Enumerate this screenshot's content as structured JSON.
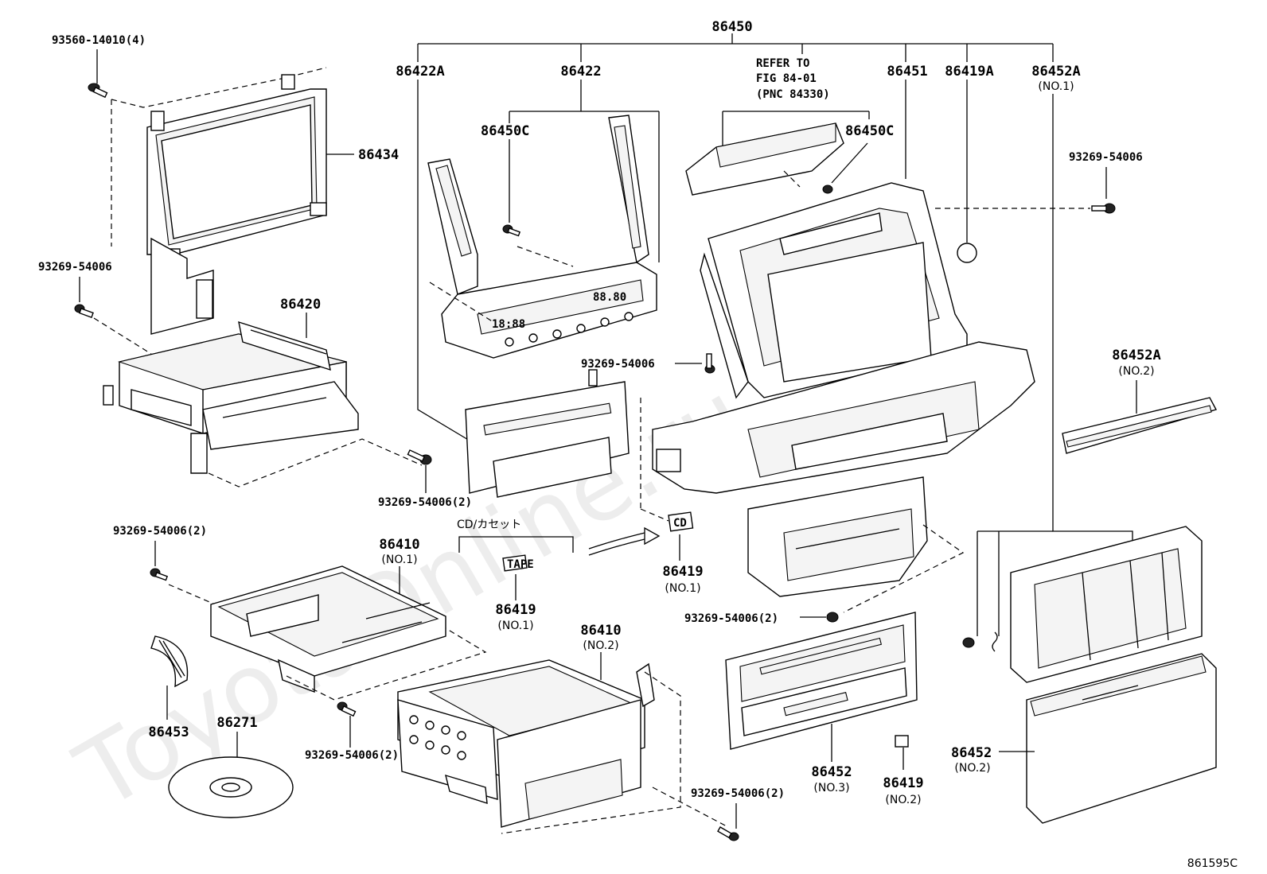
{
  "watermark": "ToyotaOnline.ru",
  "figure_id": "861595C",
  "labels": {
    "group_86450": "86450",
    "p86422A": "86422A",
    "p86422": "86422",
    "refer_line1": "REFER TO",
    "refer_line2": "FIG 84-01",
    "refer_line3": "(PNC 84330)",
    "p86451": "86451",
    "p86419A": "86419A",
    "p86452A_top": "86452A",
    "p86452A_top_sub": "(NO.1)",
    "p93560": "93560-14010(4)",
    "p86434": "86434",
    "p86450C_left": "86450C",
    "p86450C_right": "86450C",
    "p93269_right_top": "93269-54006",
    "p93269_left": "93269-54006",
    "p86420": "86420",
    "p93269_center": "93269-54006",
    "p86452A_right": "86452A",
    "p86452A_right_sub": "(NO.2)",
    "p93269_86420": "93269-54006(2)",
    "p93269_86410": "93269-54006(2)",
    "cd_cassette": "CD/カセット",
    "p86410_no1": "86410",
    "p86410_no1_sub": "(NO.1)",
    "p86419_mid": "86419",
    "p86419_mid_sub": "(NO.1)",
    "p86419_center": "86419",
    "p86419_center_sub": "(NO.1)",
    "p93269_console": "93269-54006(2)",
    "p86410_no2": "86410",
    "p86410_no2_sub": "(NO.2)",
    "p86453": "86453",
    "p86271": "86271",
    "p93269_bottom_left": "93269-54006(2)",
    "p93269_bottom_center": "93269-54006(2)",
    "p86452_no3": "86452",
    "p86452_no3_sub": "(NO.3)",
    "p86419_no2": "86419",
    "p86419_no2_sub": "(NO.2)",
    "p86452_no2": "86452",
    "p86452_no2_sub": "(NO.2)"
  },
  "panel_text": {
    "clock": "18:88",
    "display": "88.80"
  },
  "chips": {
    "tape": "TAPE",
    "cd": "CD"
  }
}
